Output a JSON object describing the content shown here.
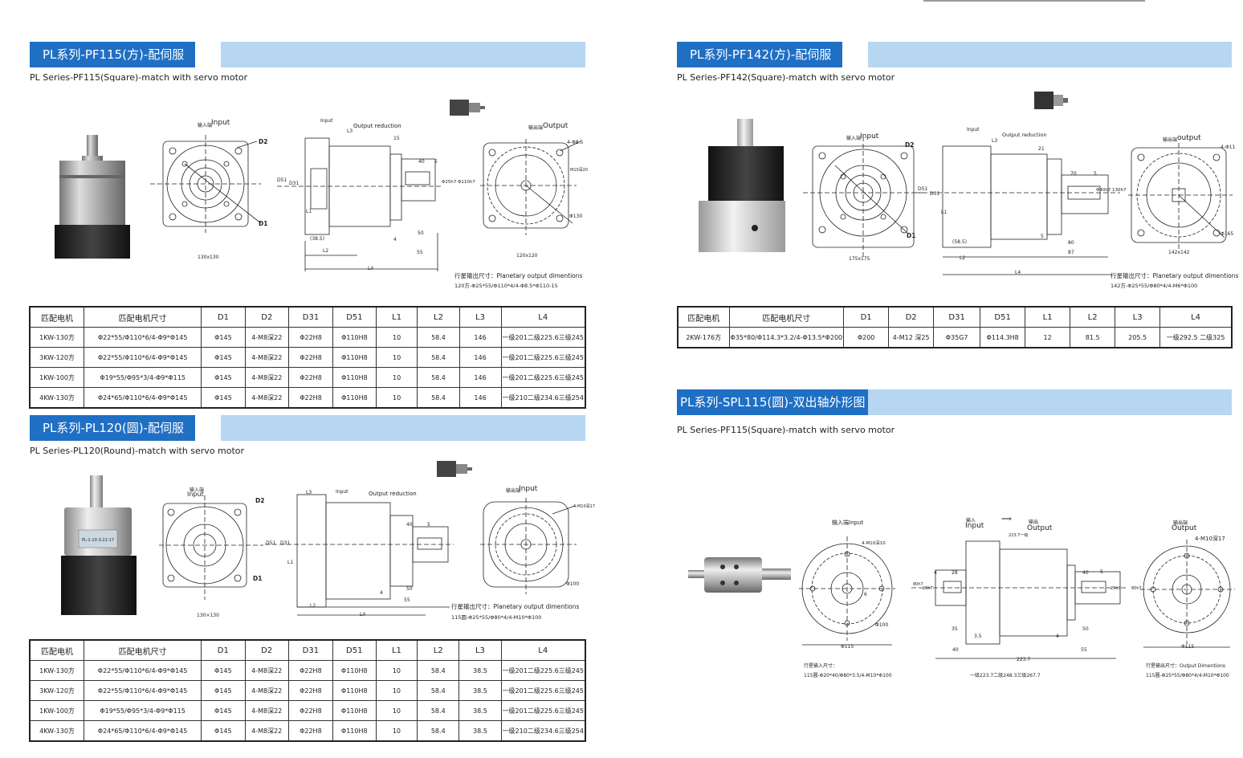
{
  "sections": {
    "pf115": {
      "title": "PL系列-PF115(方)-配伺服",
      "subtitle": "PL Series-PF115(Square)-match with servo motor",
      "labels": {
        "input": "Input",
        "input_cn": "输入端",
        "output": "Output",
        "output_cn": "输出端",
        "output_reduction": "Output reduction",
        "input2": "Input",
        "d1": "D1",
        "d2": "D2",
        "d31": "D31",
        "d51": "D51",
        "l1": "L1",
        "l2": "L2",
        "l3": "L3",
        "l4": "L4",
        "size": "130x130",
        "size2": "120x120",
        "m10": "M10深20",
        "phi130": "Φ130",
        "hole": "4-Φ8.5",
        "dim15": "15",
        "dim40": "40",
        "dim5": "5",
        "dim4": "4",
        "dim50": "50",
        "dim55": "55",
        "dim385": "(38.5)",
        "shaft": "Φ25h7  Φ110h7"
      },
      "caption1": "行星输出尺寸：Planetary output dimentions",
      "caption2": "120方-Φ25*55/Φ110*4/4-Φ8.5*Φ110-15",
      "table": {
        "headers": [
          "匹配电机",
          "匹配电机尺寸",
          "D1",
          "D2",
          "D31",
          "D51",
          "L1",
          "L2",
          "L3",
          "L4"
        ],
        "rows": [
          [
            "1KW-130方",
            "Φ22*55/Φ110*6/4-Φ9*Φ145",
            "Φ145",
            "4-M8深22",
            "Φ22H8",
            "Φ110H8",
            "10",
            "58.4",
            "146",
            "一级201二级225.6三级245"
          ],
          [
            "3KW-120方",
            "Φ22*55/Φ110*6/4-Φ9*Φ145",
            "Φ145",
            "4-M8深22",
            "Φ22H8",
            "Φ110H8",
            "10",
            "58.4",
            "146",
            "一级201二级225.6三级245"
          ],
          [
            "1KW-100方",
            "Φ19*55/Φ95*3/4-Φ9*Φ115",
            "Φ145",
            "4-M8深22",
            "Φ22H8",
            "Φ110H8",
            "10",
            "58.4",
            "146",
            "一级201二级225.6三级245"
          ],
          [
            "4KW-130方",
            "Φ24*65/Φ110*6/4-Φ9*Φ145",
            "Φ145",
            "4-M8深22",
            "Φ22H8",
            "Φ110H8",
            "10",
            "58.4",
            "146",
            "一级210二级234.6三级254"
          ]
        ]
      }
    },
    "pl120": {
      "title": "PL系列-PL120(圆)-配伺服",
      "subtitle": "PL Series-PL120(Round)-match with servo motor",
      "labels": {
        "input": "Input",
        "input_cn": "输入端",
        "output": "Input",
        "output_cn": "输出端",
        "output_reduction": "Output reduction",
        "input2": "Input",
        "d1": "D1",
        "d2": "D2",
        "d31": "D31",
        "d51": "D51",
        "l1": "L1",
        "l2": "L2",
        "l3": "L3",
        "l4": "L4",
        "size": "130×130",
        "m10": "4-M10深17",
        "phi100": "Φ100",
        "dim40": "40",
        "dim5": "5",
        "dim4": "4",
        "dim50": "50",
        "dim55": "55",
        "nameplate": "PL-1-10-3-22-17"
      },
      "caption1": "行星输出尺寸：Planetary output dimentions",
      "caption2": "115圆-Φ25*55/Φ80*4/4-M10*Φ100",
      "table": {
        "headers": [
          "匹配电机",
          "匹配电机尺寸",
          "D1",
          "D2",
          "D31",
          "D51",
          "L1",
          "L2",
          "L3",
          "L4"
        ],
        "rows": [
          [
            "1KW-130方",
            "Φ22*55/Φ110*6/4-Φ9*Φ145",
            "Φ145",
            "4-M8深22",
            "Φ22H8",
            "Φ110H8",
            "10",
            "58.4",
            "38.5",
            "一级201二级225.6三级245"
          ],
          [
            "3KW-120方",
            "Φ22*55/Φ110*6/4-Φ9*Φ145",
            "Φ145",
            "4-M8深22",
            "Φ22H8",
            "Φ110H8",
            "10",
            "58.4",
            "38.5",
            "一级201二级225.6三级245"
          ],
          [
            "1KW-100方",
            "Φ19*55/Φ95*3/4-Φ9*Φ115",
            "Φ145",
            "4-M8深22",
            "Φ22H8",
            "Φ110H8",
            "10",
            "58.4",
            "38.5",
            "一级201二级225.6三级245"
          ],
          [
            "4KW-130方",
            "Φ24*65/Φ110*6/4-Φ9*Φ145",
            "Φ145",
            "4-M8深22",
            "Φ22H8",
            "Φ110H8",
            "10",
            "58.4",
            "38.5",
            "一级210二级234.6三级254"
          ]
        ]
      }
    },
    "pf142": {
      "title": "PL系列-PF142(方)-配伺服",
      "subtitle": "PL Series-PF142(Square)-match with servo motor",
      "labels": {
        "input": "Input",
        "input_cn": "输入端",
        "output": "output",
        "output_cn": "输出端",
        "output_reduction": "Output reduction",
        "input2": "Input",
        "d1": "D1",
        "d2": "D2",
        "d31": "D31",
        "d51": "D51",
        "l1": "L1",
        "l2": "L2",
        "l3": "L3",
        "l4": "L4",
        "size": "175x175",
        "size2": "142x142",
        "hole": "4-Φ11",
        "phi165": "Φ165",
        "dim21": "21",
        "dim70": "70",
        "dim5": "5",
        "dim80": "80",
        "dim87": "87",
        "dim585": "(58.5)",
        "shaft": "Φ40h7  130h7"
      },
      "caption1": "行星输出尺寸：Planetary output dimentions",
      "caption2": "142方-Φ25*55/Φ80*4/4-M6*Φ100",
      "table": {
        "headers": [
          "匹配电机",
          "匹配电机尺寸",
          "D1",
          "D2",
          "D31",
          "D51",
          "L1",
          "L2",
          "L3",
          "L4"
        ],
        "rows": [
          [
            "2KW-176方",
            "Φ35*80/Φ114.3*3.2/4-Φ13.5*Φ200",
            "Φ200",
            "4-M12 深25",
            "Φ35G7",
            "Φ114.3H8",
            "12",
            "81.5",
            "205.5",
            "一级292.5  二级325"
          ]
        ]
      }
    },
    "spl115": {
      "title": "PL系列-SPL115(圆)-双出轴外形图",
      "subtitle": "PL Series-PF115(Square)-match with servo motor",
      "labels": {
        "input": "输入端Input",
        "input_cn2": "输入",
        "input2": "Input",
        "output_cn": "输出",
        "output": "Output",
        "output_cn3": "输出端",
        "output3": "Output",
        "m10": "4-M10深10",
        "m10b": "4-M10深17",
        "phi115": "Φ115",
        "phi100": "Φ100",
        "phi115b": "Φ115",
        "dim2237a": "223.7一级",
        "dim2237": "223.7",
        "dim40": "40",
        "dim35": "35",
        "dim15": "3.5",
        "dim4": "4",
        "dim28": "28",
        "dim50": "50",
        "dim55": "55",
        "dim5": "5",
        "dim4b": "4",
        "dim80a": "80h7",
        "dim20": "20h7",
        "dim25": "25h7",
        "dim80b": "80h7",
        "dim6": "6"
      },
      "caption_in1": "行星输入尺寸：",
      "caption_in2": "115圆-Φ20*40/Φ80*3.5/4-M10*Φ100",
      "caption_len": "一级223.7二级248.3三级267.7",
      "caption_out1": "行星输出尺寸：Output Dimentions",
      "caption_out2": "115圆-Φ25*55/Φ80*4/4-M10*Φ100"
    }
  },
  "colors": {
    "header_blue": "#1f6fc4",
    "header_light": "#b7d6f1"
  }
}
